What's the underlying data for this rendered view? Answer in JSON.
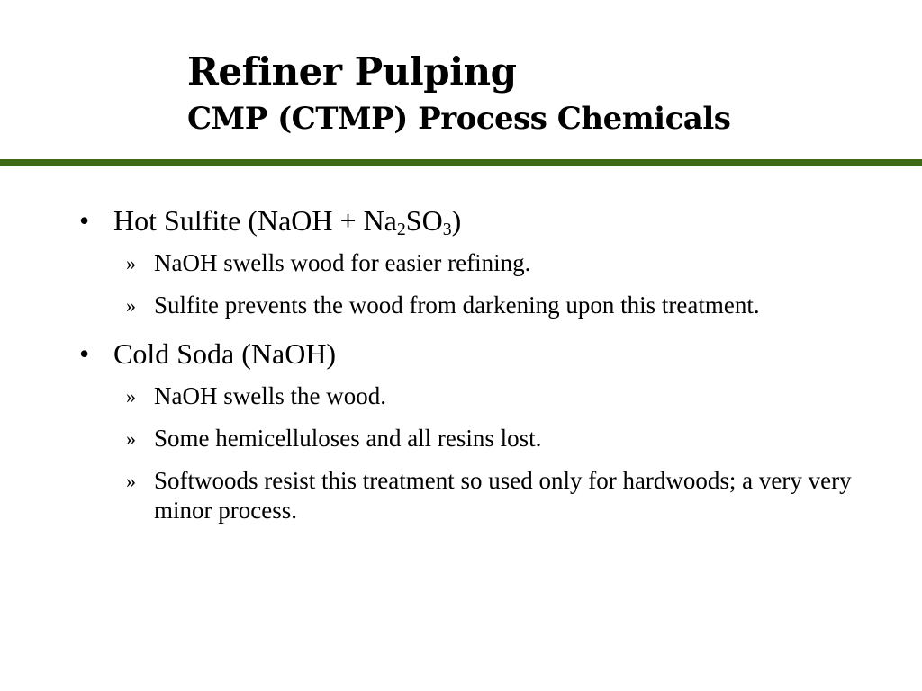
{
  "header": {
    "title": "Refiner Pulping",
    "subtitle": "CMP (CTMP) Process Chemicals"
  },
  "colors": {
    "rule": "#3f6a15",
    "text": "#000000",
    "background": "#ffffff"
  },
  "bullets": [
    {
      "text_prefix": "Hot Sulfite (NaOH + Na",
      "sub1": "2",
      "text_mid": "SO",
      "sub2": "3",
      "text_suffix": ")",
      "marker": "•",
      "children": [
        {
          "marker": "»",
          "text": "NaOH swells wood for easier refining."
        },
        {
          "marker": "»",
          "text": "Sulfite prevents the wood from darkening upon this treatment."
        }
      ]
    },
    {
      "text": "Cold Soda (NaOH)",
      "marker": "•",
      "children": [
        {
          "marker": "»",
          "text": "NaOH swells the wood."
        },
        {
          "marker": "»",
          "text": "Some hemicelluloses and all resins lost."
        },
        {
          "marker": "»",
          "text": "Softwoods resist this treatment so used only for hardwoods; a very very minor process."
        }
      ]
    }
  ]
}
